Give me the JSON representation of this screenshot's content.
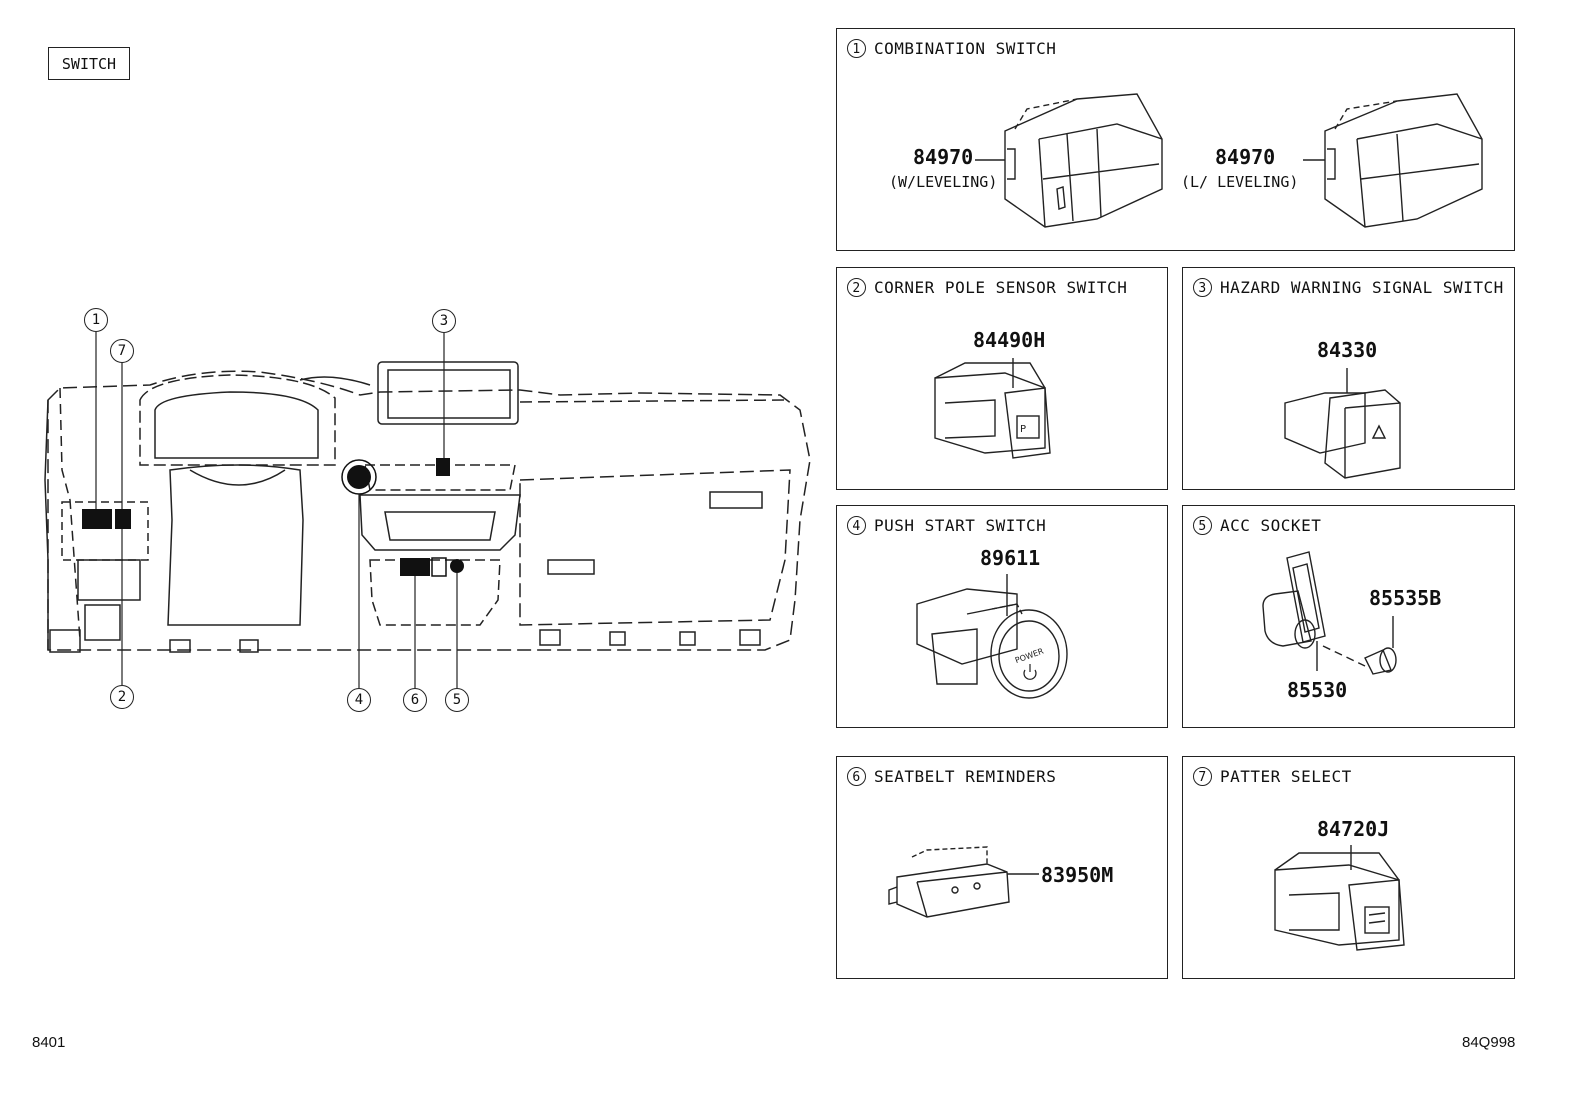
{
  "header": {
    "tag": "SWITCH"
  },
  "overview": {
    "callouts": [
      "1",
      "7",
      "2",
      "3",
      "4",
      "6",
      "5"
    ]
  },
  "panels": {
    "p1": {
      "num": "1",
      "title": "COMBINATION SWITCH",
      "parts": [
        {
          "number": "84970",
          "note": "(W/LEVELING)"
        },
        {
          "number": "84970",
          "note": "(L/ LEVELING)"
        }
      ]
    },
    "p2": {
      "num": "2",
      "title": "CORNER POLE SENSOR SWITCH",
      "part": "84490H"
    },
    "p3": {
      "num": "3",
      "title": "HAZARD WARNING SIGNAL SWITCH",
      "part": "84330"
    },
    "p4": {
      "num": "4",
      "title": "PUSH START SWITCH",
      "part": "89611",
      "label": "POWER"
    },
    "p5": {
      "num": "5",
      "title": "ACC SOCKET",
      "parts": [
        "85535B",
        "85530"
      ]
    },
    "p6": {
      "num": "6",
      "title": "SEATBELT REMINDERS",
      "part": "83950M"
    },
    "p7": {
      "num": "7",
      "title": "PATTER SELECT",
      "part": "84720J"
    }
  },
  "footer": {
    "left": "8401",
    "right": "84Q998"
  }
}
